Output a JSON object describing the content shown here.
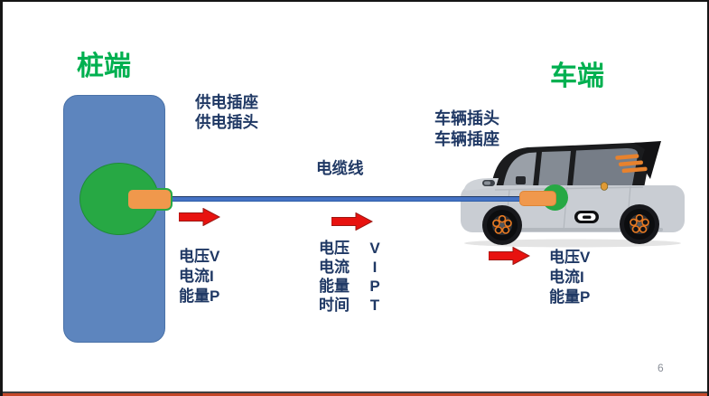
{
  "page": {
    "number": "6"
  },
  "titles": {
    "pile": "桩端",
    "vehicle": "车端"
  },
  "labels": {
    "supply_socket": "供电插座",
    "supply_plug": "供电插头",
    "cable": "电缆线",
    "vehicle_plug": "车辆插头",
    "vehicle_socket": "车辆插座"
  },
  "measures": {
    "pile": [
      "电压V",
      "电流I",
      "能量P"
    ],
    "cable": [
      {
        "label": "电压",
        "symbol": "V"
      },
      {
        "label": "电流",
        "symbol": "I"
      },
      {
        "label": "能量",
        "symbol": "P"
      },
      {
        "label": "时间",
        "symbol": "T"
      }
    ],
    "vehicle": [
      "电压V",
      "电流I",
      "能量P"
    ]
  },
  "colors": {
    "title_green": "#00B050",
    "text_navy": "#1F3864",
    "pile_blue": "#5D85BE",
    "socket_green": "#27A844",
    "plug_orange": "#F0984C",
    "cable_blue": "#4472C4",
    "arrow_red": "#E8120F",
    "bottom_accent": "#C54728",
    "frame_black": "#151515"
  }
}
